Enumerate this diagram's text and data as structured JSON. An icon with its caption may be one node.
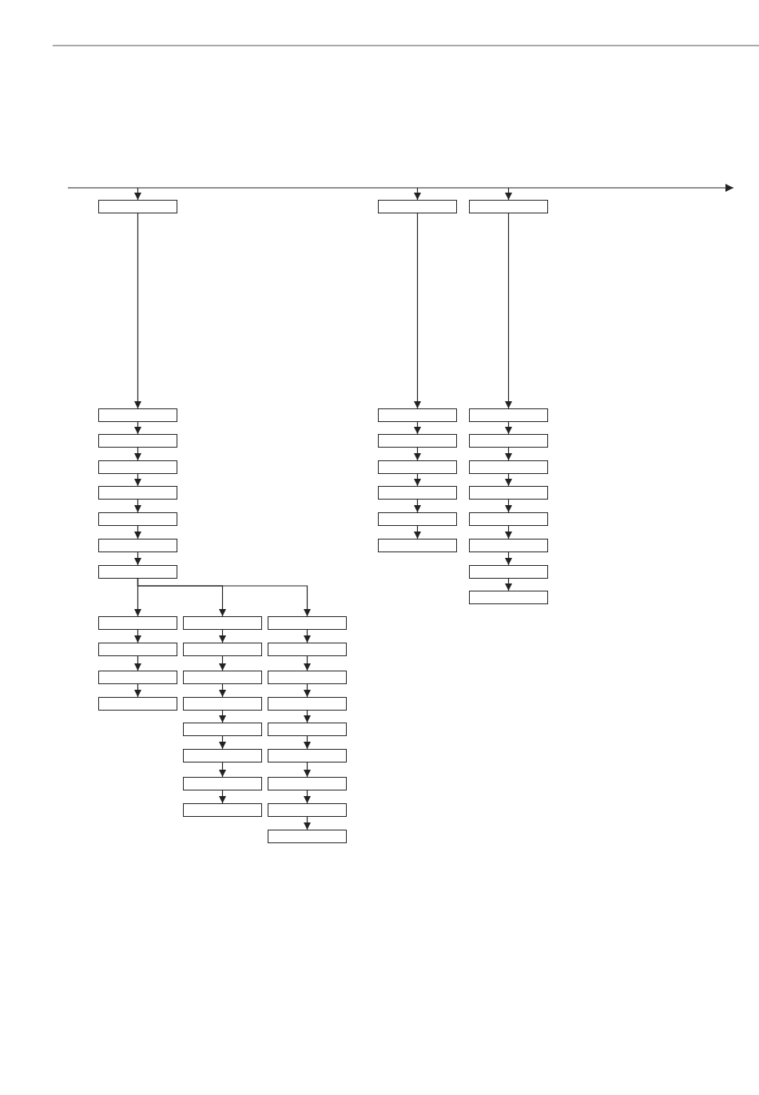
{
  "diagram": {
    "nodes": [
      {
        "text": [],
        "shape": "box"
      },
      {
        "text": [],
        "shape": "box"
      },
      {
        "text": [],
        "shape": "box"
      },
      {
        "text": [],
        "shape": "box"
      },
      {
        "text": [],
        "shape": "box"
      },
      {
        "text": [],
        "shape": "box"
      },
      {
        "text": [],
        "shape": "box"
      },
      {
        "text": [],
        "shape": "box"
      },
      {
        "text": [],
        "shape": "box"
      },
      {
        "text": [],
        "shape": "box"
      },
      {
        "text": [],
        "shape": "box"
      },
      {
        "text": [],
        "shape": "box"
      },
      {
        "text": [],
        "shape": "box"
      },
      {
        "text": [],
        "shape": "box"
      },
      {
        "text": [],
        "shape": "box"
      },
      {
        "text": [],
        "shape": "box"
      },
      {
        "text": [],
        "shape": "box"
      },
      {
        "text": [],
        "shape": "box"
      },
      {
        "text": [],
        "shape": "box"
      },
      {
        "text": [],
        "shape": "box"
      },
      {
        "text": [],
        "shape": "box"
      },
      {
        "text": [],
        "shape": "box"
      },
      {
        "text": [],
        "shape": "box"
      },
      {
        "text": [],
        "shape": "box"
      },
      {
        "text": [],
        "shape": "box"
      },
      {
        "text": [],
        "shape": "box"
      },
      {
        "text": [],
        "shape": "box"
      },
      {
        "text": [],
        "shape": "box"
      },
      {
        "text": [],
        "shape": "box"
      },
      {
        "text": [],
        "shape": "box"
      },
      {
        "text": [],
        "shape": "box"
      },
      {
        "text": [],
        "shape": "box"
      },
      {
        "text": [],
        "shape": "box"
      },
      {
        "text": [],
        "shape": "box"
      },
      {
        "text": [],
        "shape": "box"
      },
      {
        "text": [],
        "shape": "box"
      },
      {
        "text": [],
        "shape": "box"
      },
      {
        "text": [],
        "shape": "box"
      },
      {
        "text": [],
        "shape": "box"
      },
      {
        "text": [],
        "shape": "box"
      },
      {
        "text": [],
        "shape": "box"
      },
      {
        "text": [],
        "shape": "box"
      },
      {
        "text": [],
        "shape": "box"
      },
      {
        "text": [],
        "shape": "box"
      },
      {
        "text": [],
        "shape": "box"
      }
    ],
    "edges": [
      {
        "from": null,
        "to": 0,
        "arrow": "to"
      },
      {
        "from": null,
        "to": 1,
        "arrow": "to"
      },
      {
        "from": null,
        "to": 2,
        "arrow": "to"
      },
      {
        "from": 0,
        "to": 3,
        "arrow": "to"
      },
      {
        "from": 3,
        "to": 4,
        "arrow": "to"
      },
      {
        "from": 4,
        "to": 5,
        "arrow": "to"
      },
      {
        "from": 5,
        "to": 6,
        "arrow": "to"
      },
      {
        "from": 6,
        "to": 7,
        "arrow": "to"
      },
      {
        "from": 7,
        "to": 8,
        "arrow": "to"
      },
      {
        "from": 8,
        "to": 9,
        "arrow": "to"
      },
      {
        "from": 1,
        "to": 10,
        "arrow": "to"
      },
      {
        "from": 10,
        "to": 11,
        "arrow": "to"
      },
      {
        "from": 11,
        "to": 12,
        "arrow": "to"
      },
      {
        "from": 12,
        "to": 13,
        "arrow": "to"
      },
      {
        "from": 13,
        "to": 14,
        "arrow": "to"
      },
      {
        "from": 14,
        "to": 15,
        "arrow": "to"
      },
      {
        "from": 2,
        "to": 16,
        "arrow": "to"
      },
      {
        "from": 16,
        "to": 17,
        "arrow": "to"
      },
      {
        "from": 17,
        "to": 18,
        "arrow": "to"
      },
      {
        "from": 18,
        "to": 19,
        "arrow": "to"
      },
      {
        "from": 19,
        "to": 20,
        "arrow": "to"
      },
      {
        "from": 20,
        "to": 21,
        "arrow": "to"
      },
      {
        "from": 21,
        "to": 22,
        "arrow": "to"
      },
      {
        "from": 22,
        "to": 23,
        "arrow": "to"
      },
      {
        "from": 9,
        "to": 24,
        "arrow": "to"
      },
      {
        "from": 9,
        "to": 28,
        "arrow": "to"
      },
      {
        "from": 9,
        "to": 36,
        "arrow": "to"
      },
      {
        "from": 24,
        "to": 25,
        "arrow": "to"
      },
      {
        "from": 25,
        "to": 26,
        "arrow": "to"
      },
      {
        "from": 26,
        "to": 27,
        "arrow": "to"
      },
      {
        "from": 28,
        "to": 29,
        "arrow": "to"
      },
      {
        "from": 29,
        "to": 30,
        "arrow": "to"
      },
      {
        "from": 30,
        "to": 31,
        "arrow": "to"
      },
      {
        "from": 31,
        "to": 32,
        "arrow": "to"
      },
      {
        "from": 32,
        "to": 33,
        "arrow": "to"
      },
      {
        "from": 33,
        "to": 34,
        "arrow": "to"
      },
      {
        "from": 34,
        "to": 35,
        "arrow": "to"
      },
      {
        "from": 36,
        "to": 37,
        "arrow": "to"
      },
      {
        "from": 37,
        "to": 38,
        "arrow": "to"
      },
      {
        "from": 38,
        "to": 39,
        "arrow": "to"
      },
      {
        "from": 39,
        "to": 40,
        "arrow": "to"
      },
      {
        "from": 40,
        "to": 41,
        "arrow": "to"
      },
      {
        "from": 41,
        "to": 42,
        "arrow": "to"
      },
      {
        "from": 42,
        "to": 43,
        "arrow": "to"
      },
      {
        "from": 43,
        "to": 44,
        "arrow": "to"
      }
    ]
  }
}
